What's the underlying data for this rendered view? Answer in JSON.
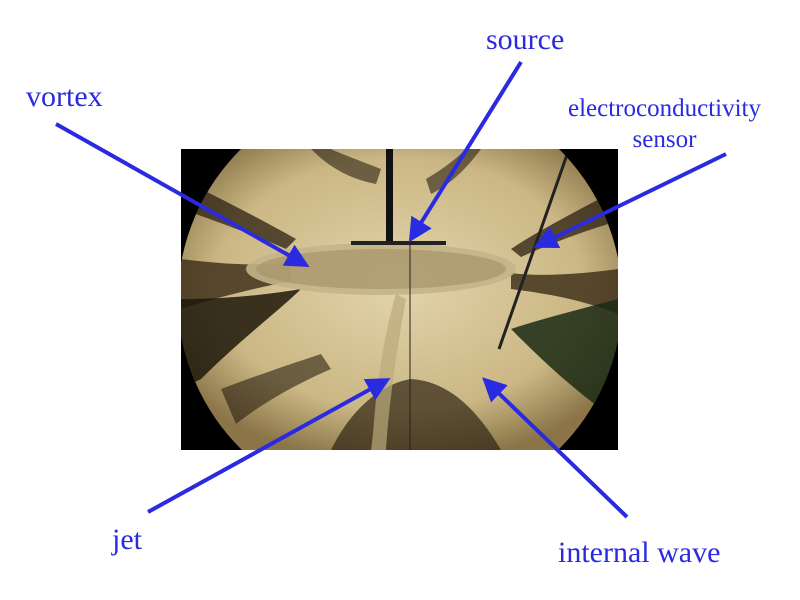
{
  "labels": {
    "vortex": "vortex",
    "source": "source",
    "sensor_line1": "electroconductivity",
    "sensor_line2": "sensor",
    "jet": "jet",
    "internal_wave": "internal wave"
  },
  "colors": {
    "label": "#2a2ae0",
    "arrow": "#2a2ae0",
    "photo_background": "#000000",
    "field_light": "#d8c89a",
    "field_dark": "#1a1408"
  }
}
